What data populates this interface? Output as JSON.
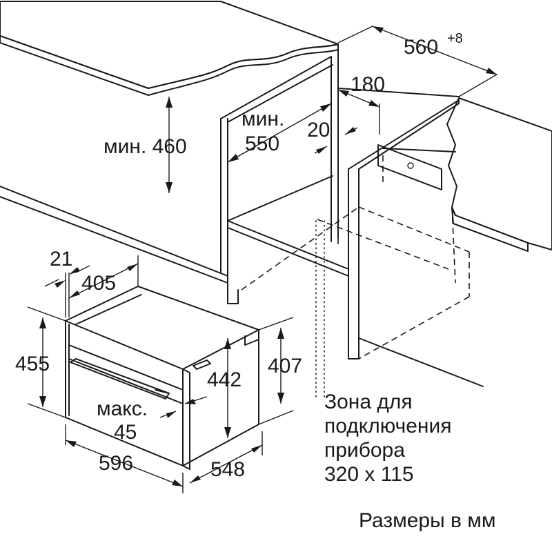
{
  "colors": {
    "line": "#1a1a1a",
    "countertop_top": "#dcdcdc",
    "countertop_edge": "#bdbdbd",
    "side_panel": "#d6d6d6",
    "side_panel_edge": "#b0b0b0",
    "background": "#ffffff"
  },
  "dimensions": {
    "width_top": "560",
    "width_top_tolerance": "+8",
    "depth_180": "180",
    "gap_20": "20",
    "min_depth_prefix": "мин.",
    "min_depth_value": "550",
    "min_height_label": "мин. 460",
    "side_21": "21",
    "depth_405": "405",
    "height_455": "455",
    "height_442": "442",
    "height_407": "407",
    "max_prefix": "макс.",
    "max_value": "45",
    "width_596": "596",
    "depth_548": "548"
  },
  "connection_zone": {
    "line1": "Зона для",
    "line2": "подключения",
    "line3": "прибора",
    "line4": "320 x 115"
  },
  "units_note": "Размеры в мм"
}
